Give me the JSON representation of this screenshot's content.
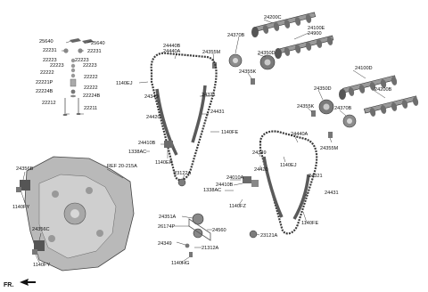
{
  "figure": {
    "labels": {
      "p24200C": "24200C",
      "p24100E": "24100E",
      "p24900": "24900",
      "p24370B_top": "24370B",
      "p24355M_top": "24355M",
      "p24350D": "24350D",
      "p24355K_top": "24355K",
      "p24100D": "24100D",
      "p24200B": "24200B",
      "p24350D_b": "24350D",
      "p24355K_b": "24355K",
      "p24370B_b": "24370B",
      "p24355M_b": "24355M",
      "p25640_l": "25640",
      "p25640_r": "25640",
      "p22231_l": "22231",
      "p22231_r": "22231",
      "p22223_a": "22223",
      "p22223_b": "22223",
      "p22223_c": "22223",
      "p22223_d": "22223",
      "p22222_a": "22222",
      "p22222_b": "22222",
      "p22221P": "22221P",
      "p22222_c": "22222",
      "p22224B_l": "22224B",
      "p22224B_r": "22224B",
      "p22212": "22212",
      "p22211": "22211",
      "p24440B": "24440B",
      "p24440A_top": "24440A",
      "p1140EJ_top": "1140EJ",
      "p24349_top": "24349",
      "p24321_top": "24321",
      "p24420_top": "24420",
      "p24431_top": "24431",
      "p1140FE_top": "1140FE",
      "p24410B_top": "24410B",
      "p1338AC_top": "1338AC",
      "p1140ER": "1140ER",
      "p23122A": "23122A",
      "p24440A_b": "24440A",
      "p1140EJ_b": "1140EJ",
      "p24349_b": "24349",
      "p24420_b": "24420",
      "p24010A": "24010A",
      "p24410B_b": "24410B",
      "p1338AC_b": "1338AC",
      "p24321_b": "24321",
      "p24431_b": "24431",
      "p1140FZ": "1140FZ",
      "p1140FE_b": "1140FE",
      "p24351A": "24351A",
      "p26174P": "26174P",
      "p24560": "24560",
      "p23121A": "23121A",
      "p24349_c": "24349",
      "p21312A": "21312A",
      "p1140HG": "1140HG",
      "p24356B": "24356B",
      "p1140FY_a": "1140FY",
      "p24356C": "24356C",
      "p1140FY_b": "1140FY",
      "ref": "REF 20-215A",
      "fr": "FR."
    }
  }
}
